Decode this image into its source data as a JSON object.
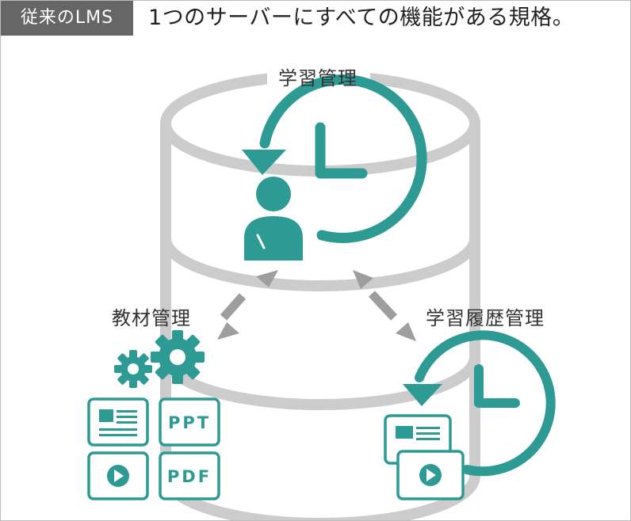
{
  "tag": "従来のLMS",
  "headline": "1つのサーバーにすべての機能がある規格。",
  "labels": {
    "top": "学習管理",
    "left": "教材管理",
    "right": "学習履歴管理"
  },
  "files": {
    "ppt": "PPT",
    "pdf": "PDF"
  },
  "icons": [
    "database-cylinder-icon",
    "history-clock-icon",
    "user-icon",
    "gear-icon",
    "document-icon",
    "video-play-icon",
    "ppt-file-icon",
    "pdf-file-icon",
    "double-arrow-icon"
  ],
  "colors": {
    "accent": "#2e9a94",
    "cylinder": "#cccccc",
    "arrow": "#9e9e9e",
    "tag_bg": "#666666"
  }
}
